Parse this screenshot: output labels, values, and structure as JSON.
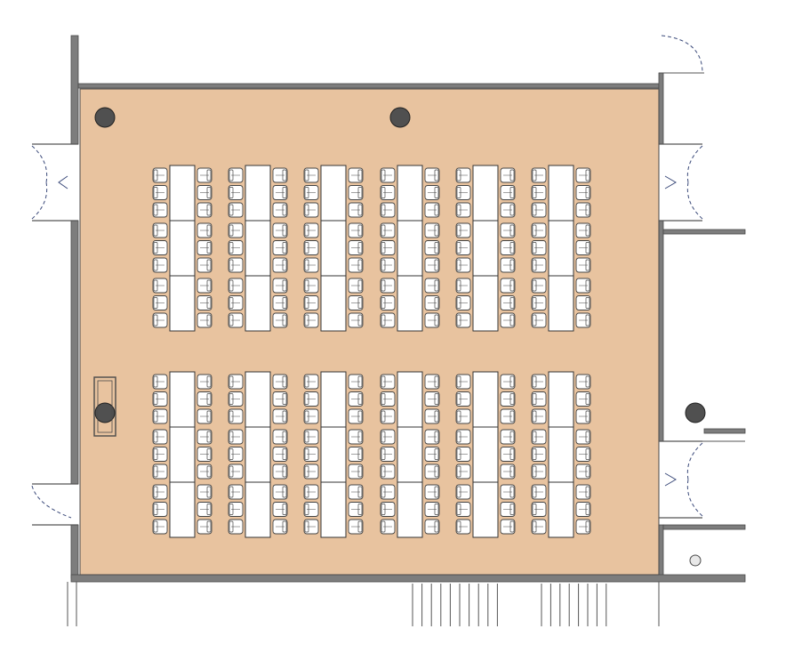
{
  "plan": {
    "colors": {
      "floor": "#e8c39f",
      "wall": "#7d7d7d",
      "wall_dark": "#4a4a4a",
      "line": "#555555",
      "column": "#505050",
      "door_swing": "#3b4a7a",
      "table": "#ffffff",
      "chair": "#ffffff",
      "chair_stroke": "#444444"
    },
    "layout": {
      "blocks": 2,
      "rows_per_block": 6,
      "tables_per_row": 3,
      "chairs_per_table_side": 3
    },
    "icons": {
      "column": "column-icon",
      "door": "door-swing-icon",
      "chair": "chair-icon",
      "table": "table-icon",
      "stair": "stair-icon",
      "lectern": "lectern-icon",
      "fixture": "fixture-icon"
    }
  }
}
